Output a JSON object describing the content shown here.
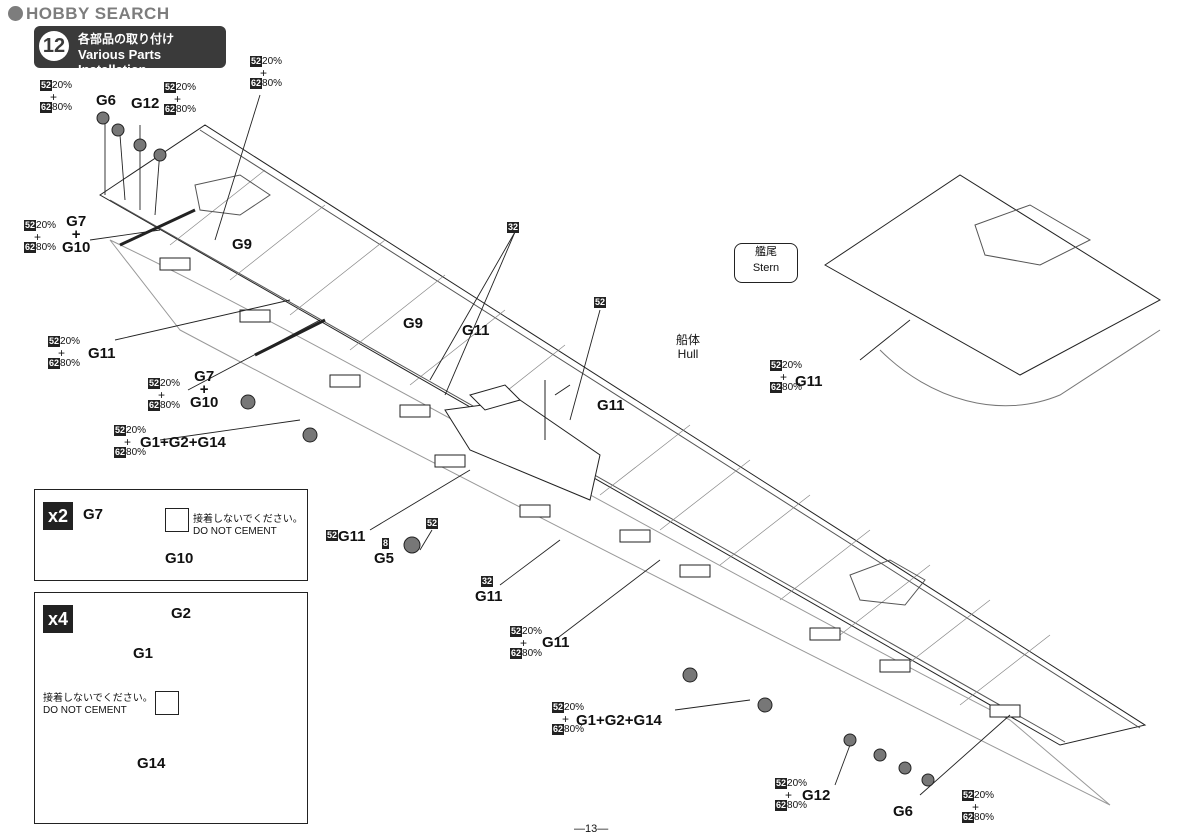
{
  "watermark": "HOBBY SEARCH",
  "step": {
    "number": "12",
    "title_ja": "各部品の取り付け",
    "title_en": "Various Parts Installation"
  },
  "paint": {
    "p52": "52",
    "p62": "62",
    "p32": "32",
    "p8": "8",
    "pct20": "20%",
    "pct80": "80%",
    "plus": "+"
  },
  "labels": {
    "g6": "G6",
    "g12": "G12",
    "g9": "G9",
    "g7_plus_g10": "G7\n+\nG10",
    "g7": "G7",
    "g10": "G10",
    "g11": "G11",
    "g5": "G5",
    "g1g2g14": "G1+G2+G14",
    "g1": "G1",
    "g2": "G2",
    "g14": "G14"
  },
  "hull": {
    "ja": "船体",
    "en": "Hull"
  },
  "stern": {
    "ja": "艦尾",
    "en": "Stern"
  },
  "insets": {
    "x2": {
      "qty": "x2",
      "note_ja": "接着しないでください。",
      "note_en": "DO NOT CEMENT"
    },
    "x4": {
      "qty": "x4",
      "note_ja": "接着しないでください。",
      "note_en": "DO NOT CEMENT"
    }
  },
  "page_number": "—13—"
}
